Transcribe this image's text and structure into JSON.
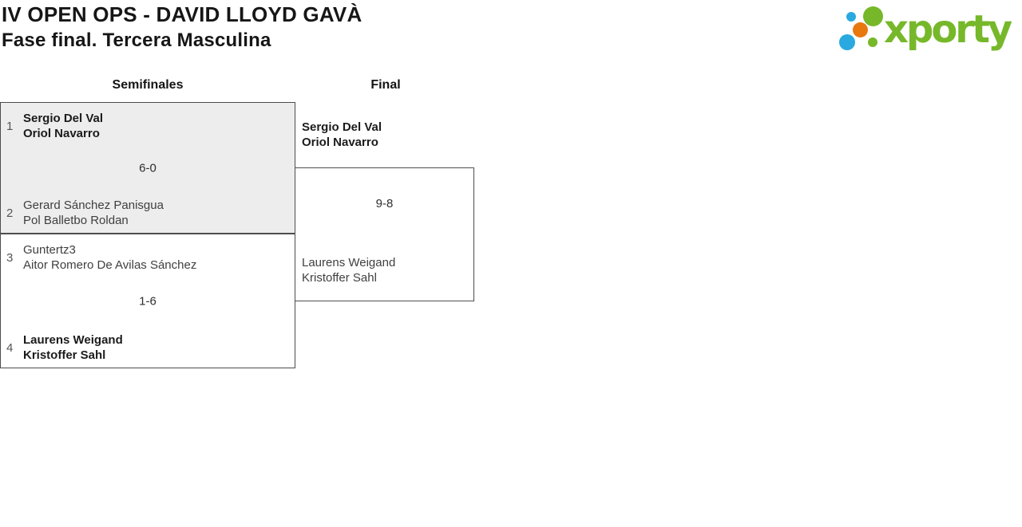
{
  "header": {
    "title": "IV OPEN OPS - DAVID LLOYD GAVÀ",
    "subtitle": "Fase final. Tercera Masculina"
  },
  "logo": {
    "brand": "xporty"
  },
  "theme": {
    "brand-green": "#76b82a",
    "brand-blue": "#29a9e0",
    "brand-orange": "#e8790f",
    "box-border": "#4d4d4d",
    "winner-text": "#1b1b1b",
    "loser-text": "#3f3f3f",
    "seed-text": "#555555",
    "score-text": "#2e2e2e",
    "highlight-bg": "#ededed"
  },
  "rounds": [
    {
      "label": "Semifinales"
    },
    {
      "label": "Final"
    }
  ],
  "semifinals": [
    {
      "score": "6-0",
      "teams": [
        {
          "seed": "1",
          "players": [
            "Sergio Del Val",
            "Oriol Navarro"
          ],
          "winner": true
        },
        {
          "seed": "2",
          "players": [
            "Gerard Sánchez Panisgua",
            "Pol Balletbo Roldan"
          ],
          "winner": false
        }
      ]
    },
    {
      "score": "1-6",
      "teams": [
        {
          "seed": "3",
          "players": [
            "Guntertz3",
            "Aitor Romero De Avilas Sánchez"
          ],
          "winner": false
        },
        {
          "seed": "4",
          "players": [
            "Laurens Weigand",
            "Kristoffer Sahl"
          ],
          "winner": true
        }
      ]
    }
  ],
  "final": {
    "score": "9-8",
    "teams": [
      {
        "players": [
          "Sergio Del Val",
          "Oriol Navarro"
        ],
        "winner": true
      },
      {
        "players": [
          "Laurens Weigand",
          "Kristoffer Sahl"
        ],
        "winner": false
      }
    ]
  }
}
